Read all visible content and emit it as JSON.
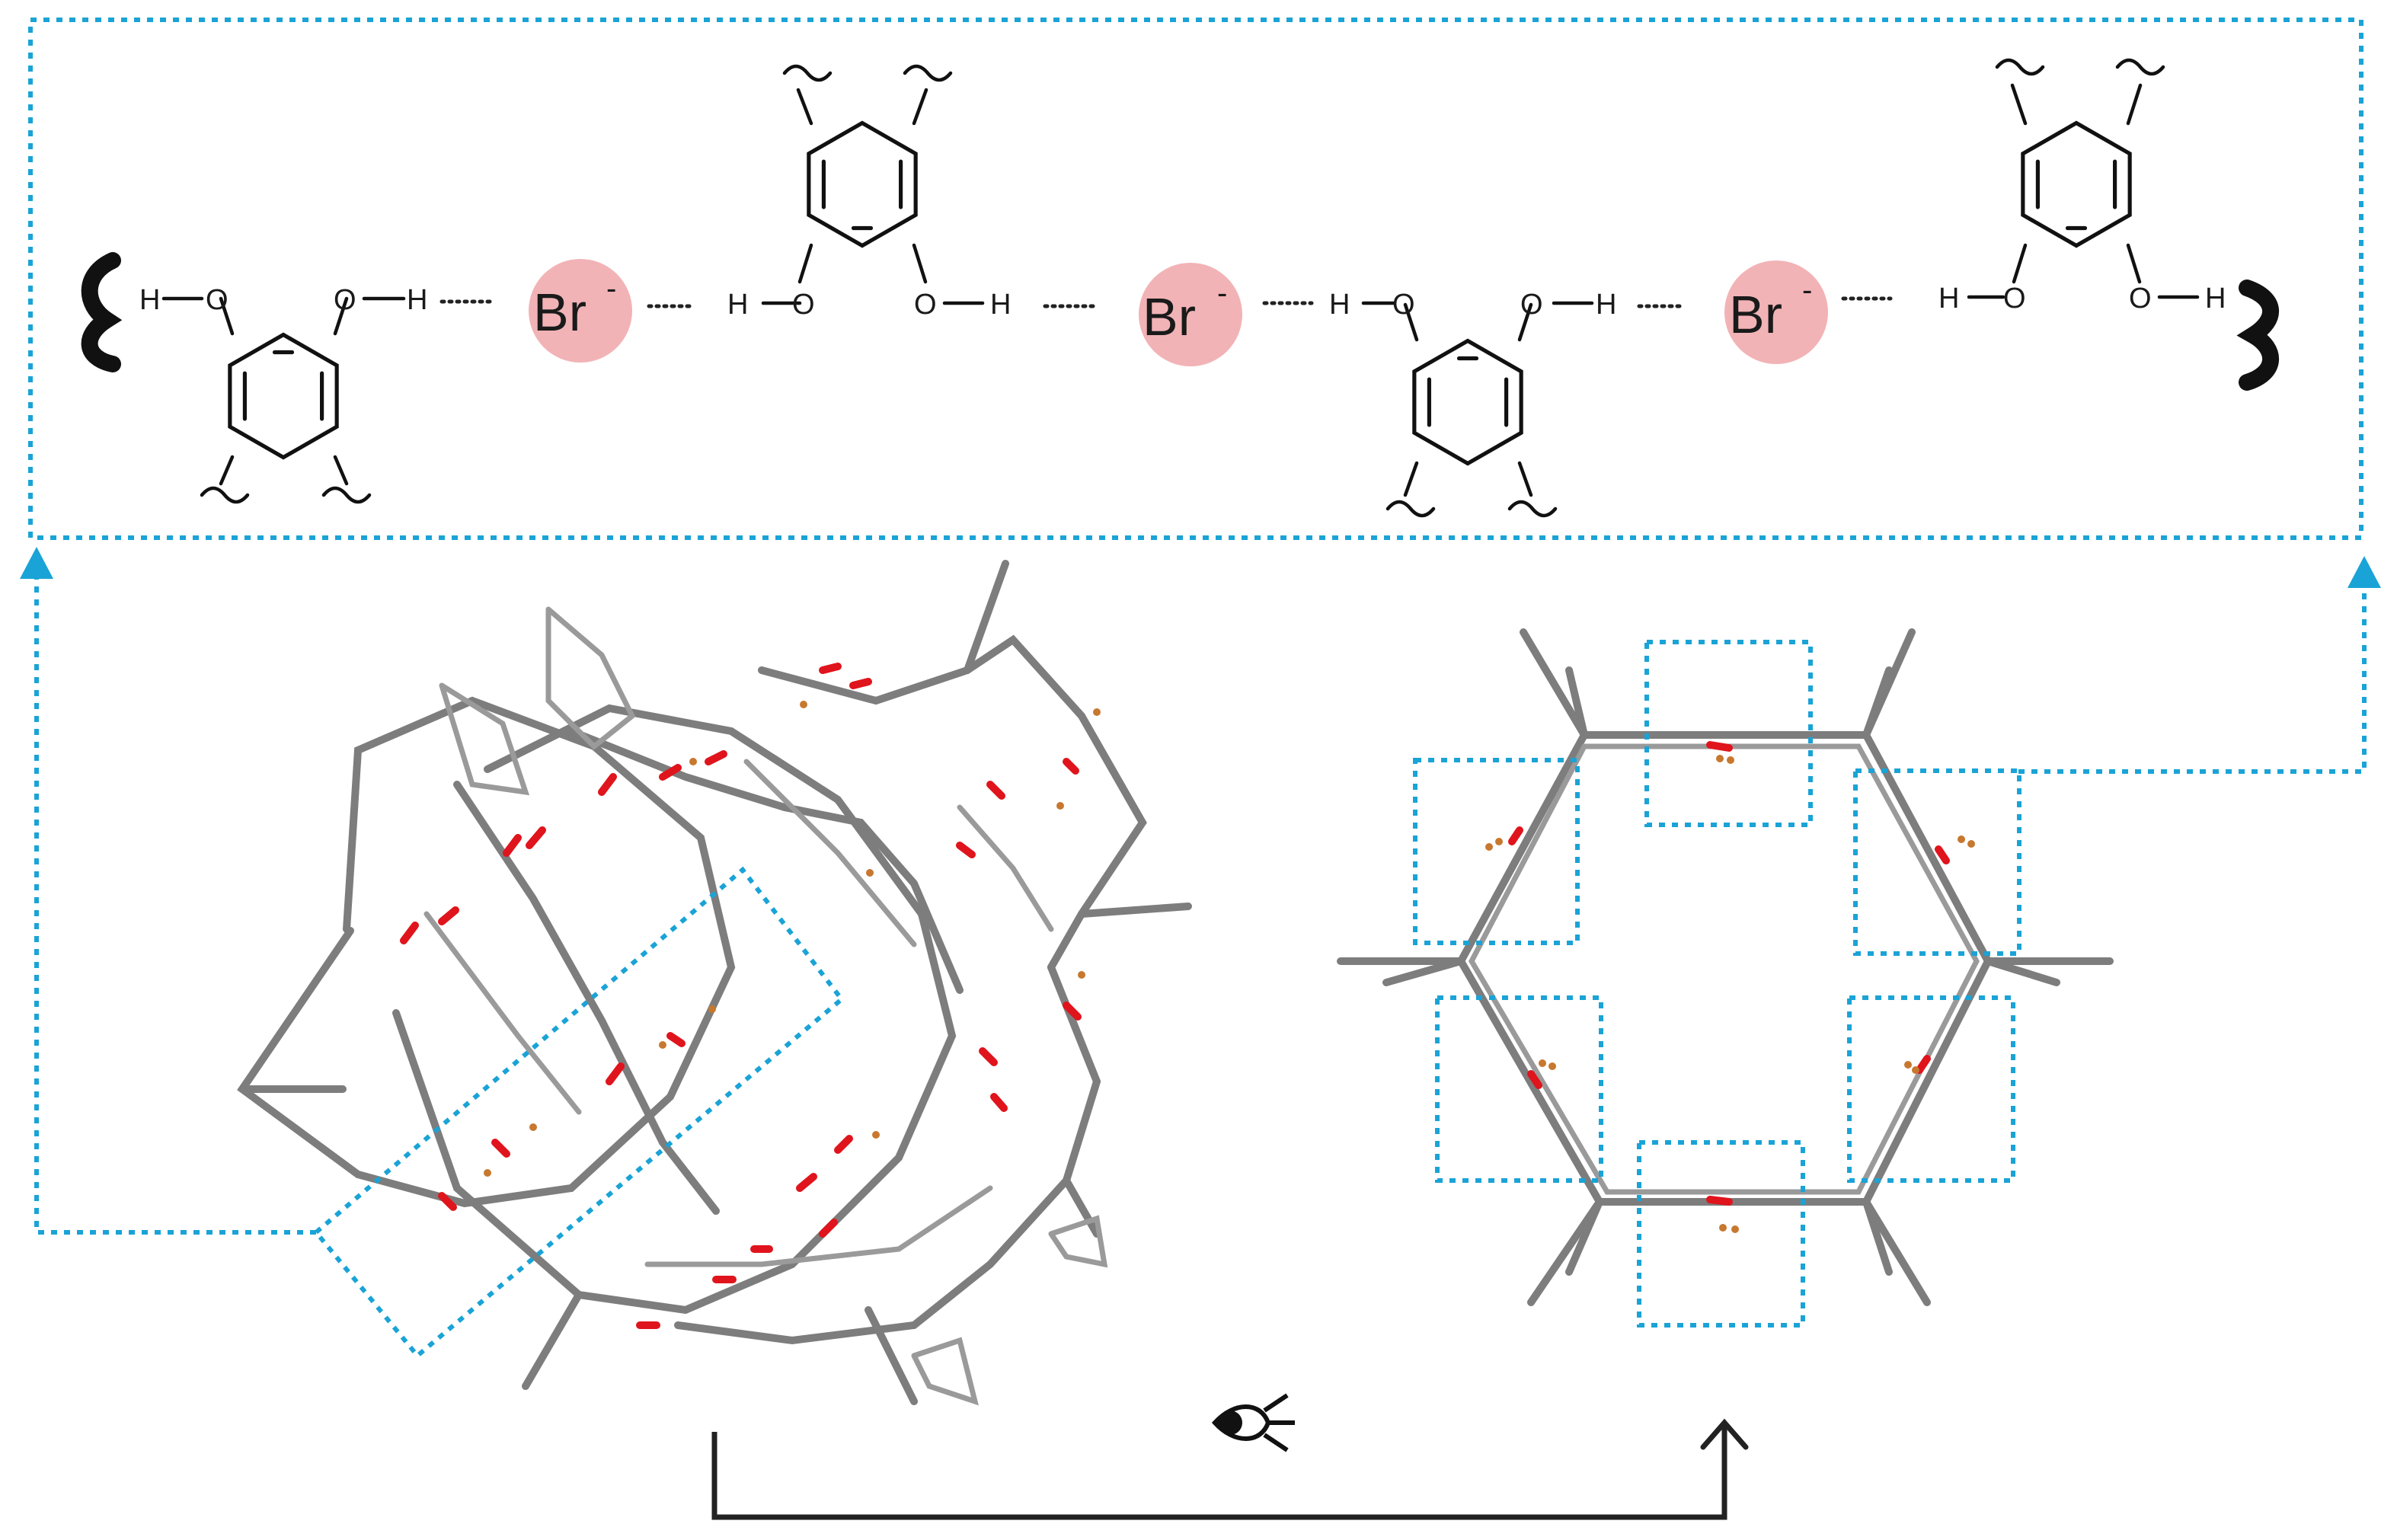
{
  "labels": {
    "o": "O",
    "h": "H",
    "br": "Br",
    "br_charge": "-"
  },
  "icons": [
    "eye-icon",
    "arrow-up-icon"
  ],
  "colors": {
    "highlight_box": "#1aa3d6",
    "bromide_ion": "#f2b3b6",
    "carbon_stick": "#7d7d7d",
    "oxygen_stick": "#e0141c",
    "bromide_dot": "#c7782f",
    "bond_line": "#111111"
  }
}
